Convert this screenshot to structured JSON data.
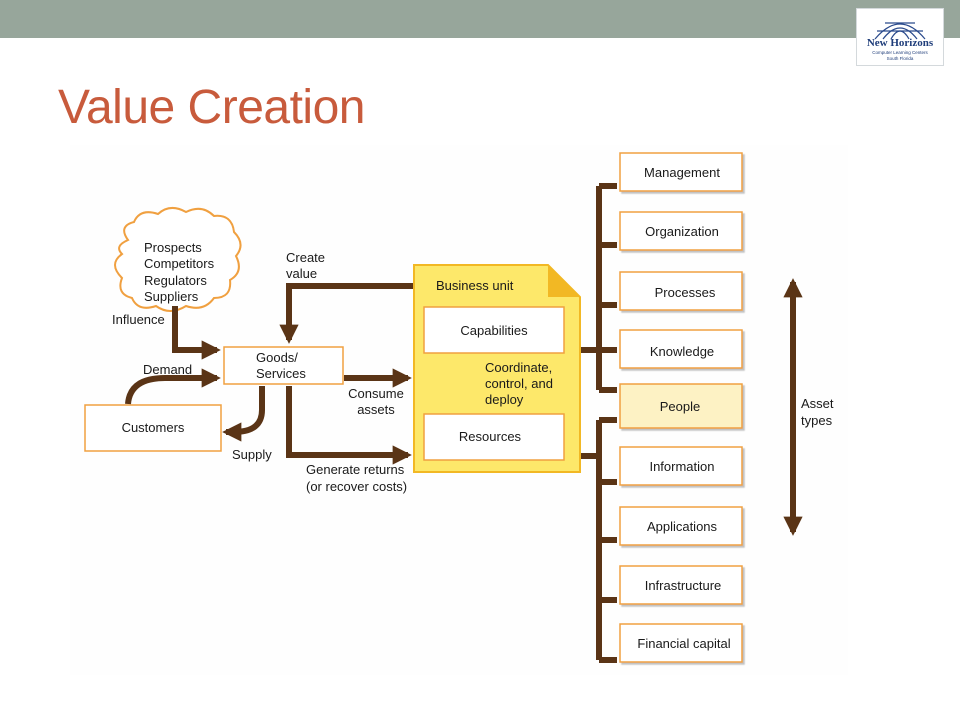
{
  "slide": {
    "title": "Value Creation"
  },
  "logo": {
    "brand": "New Horizons",
    "tagline": "Computer Learning Centers",
    "region": "South Florida"
  },
  "diagram": {
    "cloud_items": [
      "Prospects",
      "Competitors",
      "Regulators",
      "Suppliers"
    ],
    "influence": "Influence",
    "demand": "Demand",
    "supply": "Supply",
    "customers": "Customers",
    "goods_line1": "Goods/",
    "goods_line2": "Services",
    "create_value_line1": "Create",
    "create_value_line2": "value",
    "consume_line1": "Consume",
    "consume_line2": "assets",
    "generate_line1": "Generate returns",
    "generate_line2": "(or recover costs)",
    "business_unit": "Business unit",
    "capabilities": "Capabilities",
    "coordinate_line1": "Coordinate,",
    "coordinate_line2": "control, and",
    "coordinate_line3": "deploy",
    "resources": "Resources",
    "capability_assets": [
      "Management",
      "Organization",
      "Processes",
      "Knowledge",
      "People"
    ],
    "resource_assets": [
      "Information",
      "Applications",
      "Infrastructure",
      "Financial capital"
    ],
    "asset_types_line1": "Asset",
    "asset_types_line2": "types"
  },
  "colors": {
    "arrow": "#5a3416",
    "box_border": "#f0a040",
    "business_unit_fill": "#fde86a",
    "people_fill": "#fdf2c4",
    "title": "#c85b3c",
    "topbar": "#97a69b"
  }
}
